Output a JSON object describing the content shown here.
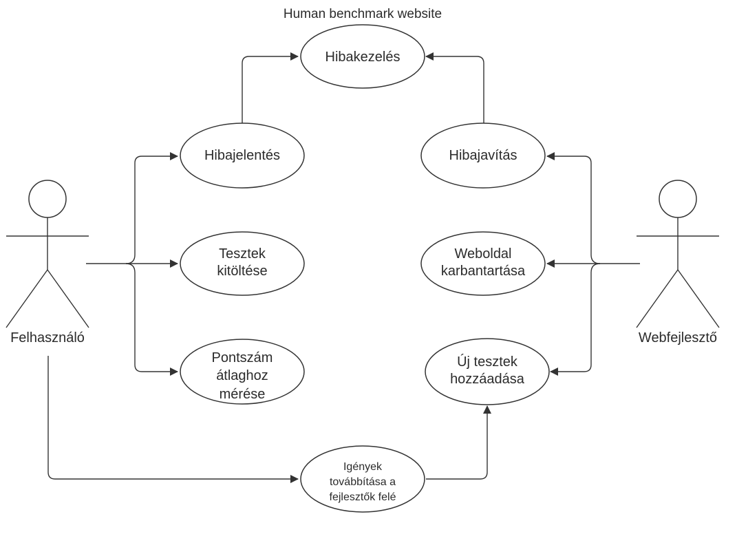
{
  "title": "Human benchmark website",
  "actors": {
    "user": "Felhasználó",
    "developer": "Webfejlesztő"
  },
  "use_cases": {
    "error_handling": "Hibakezelés",
    "error_report": [
      "Hibajelentés"
    ],
    "error_fix": [
      "Hibajavítás"
    ],
    "fill_tests": [
      "Tesztek",
      "kitöltése"
    ],
    "site_maintenance": [
      "Weboldal",
      "karbantartása"
    ],
    "score_average": [
      "Pontszám",
      "átlaghoz",
      "mérése"
    ],
    "new_tests": [
      "Új tesztek",
      "hozzáadása"
    ],
    "forward_requests": [
      "Igények",
      "továbbítása a",
      "fejlesztők felé"
    ]
  },
  "colors": {
    "stroke": "#333333",
    "text": "#2b2b2b",
    "background": "#ffffff"
  }
}
